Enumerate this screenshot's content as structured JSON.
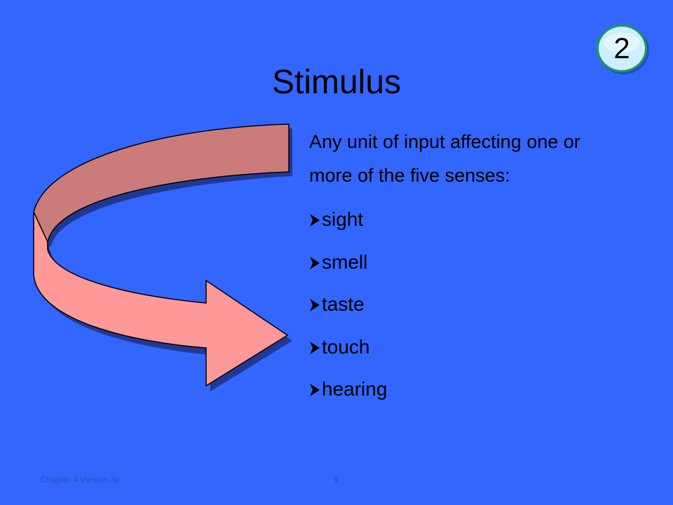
{
  "slide": {
    "number_badge": "2",
    "title": "Stimulus",
    "intro_line1": "Any unit of input affecting one or",
    "intro_line2": "more of the five senses:",
    "senses": [
      "sight",
      "smell",
      "taste",
      "touch",
      "hearing"
    ],
    "bullet_icon": "arrow-bullet-icon",
    "footer_left": "Chapter 4 Version 3e",
    "footer_page": "9"
  },
  "colors": {
    "background": "#3366ff",
    "badge_fill": "#cceeff",
    "badge_ring": "#1d9c52",
    "arrow_top_face": "#cc7b7b",
    "arrow_front_face": "#ff9999",
    "text": "#000000"
  }
}
